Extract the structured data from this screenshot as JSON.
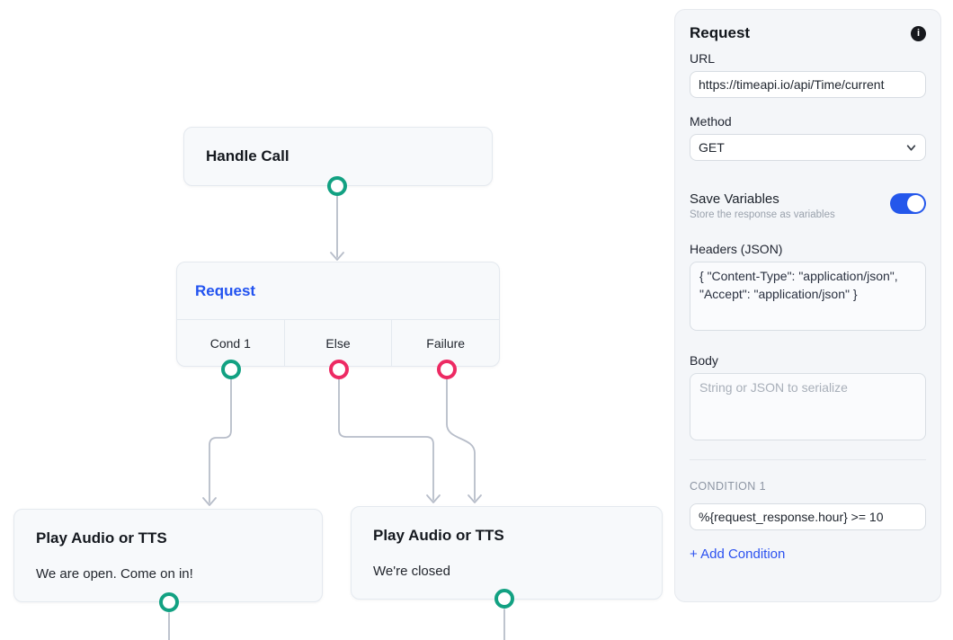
{
  "icons": {
    "info_glyph": "i"
  },
  "colors": {
    "handle_success": "#12a182",
    "handle_failure": "#ed2a63",
    "edge": "#b7bdc9",
    "node_selected_title": "#2253f0",
    "toggle_on": "#2457eb",
    "link_blue": "#2b51f0"
  },
  "canvas": {
    "nodes": {
      "handle_call": {
        "title": "Handle Call"
      },
      "request": {
        "title": "Request",
        "outputs": [
          "Cond 1",
          "Else",
          "Failure"
        ]
      },
      "play_open": {
        "title": "Play Audio or TTS",
        "subtitle": "We are open. Come on in!"
      },
      "play_closed": {
        "title": "Play Audio or TTS",
        "subtitle": "We're closed"
      }
    }
  },
  "panel": {
    "title": "Request",
    "url": {
      "label": "URL",
      "value": "https://timeapi.io/api/Time/current"
    },
    "method": {
      "label": "Method",
      "value": "GET"
    },
    "save_variables": {
      "label": "Save Variables",
      "description": "Store the response as variables",
      "enabled": true
    },
    "headers": {
      "label": "Headers (JSON)",
      "value": "{ \"Content-Type\": \"application/json\", \"Accept\": \"application/json\" }"
    },
    "body": {
      "label": "Body",
      "placeholder": "String or JSON to serialize",
      "value": ""
    },
    "condition": {
      "section_label": "CONDITION 1",
      "value": "%{request_response.hour} >= 10"
    },
    "add_condition_label": "+ Add Condition"
  }
}
